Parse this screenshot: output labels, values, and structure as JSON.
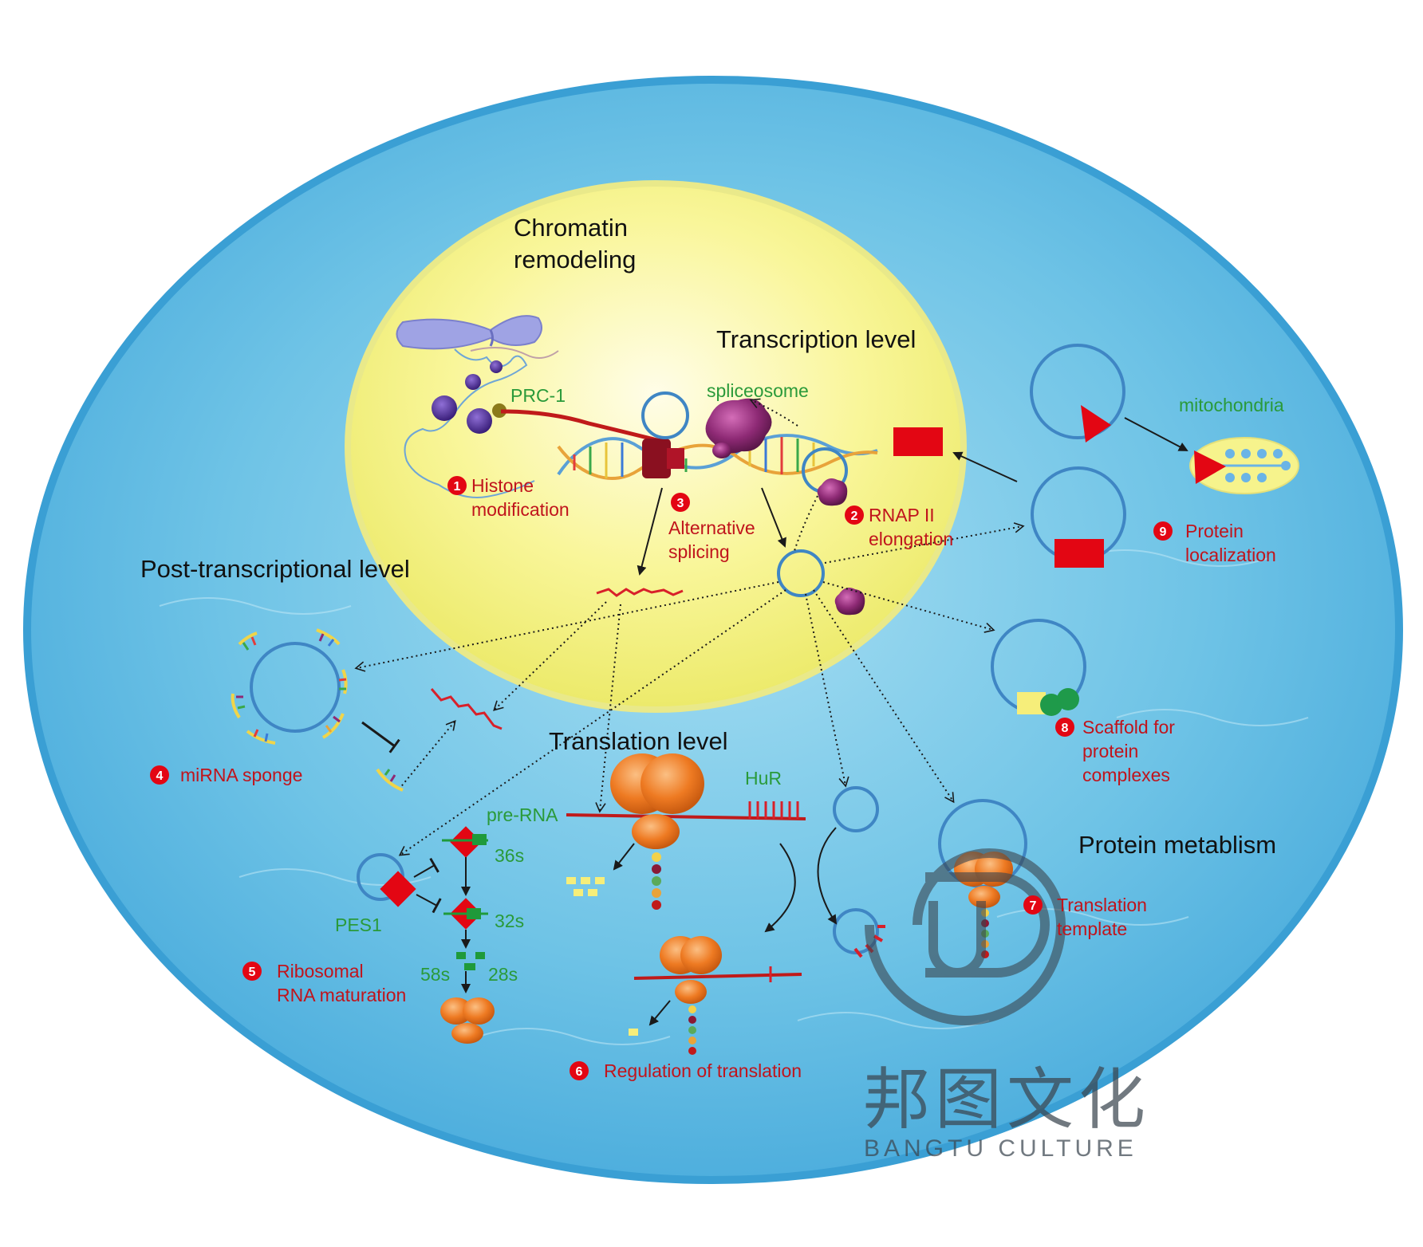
{
  "headings": {
    "chromatin_line1": "Chromatin",
    "chromatin_line2": "remodeling",
    "transcription": "Transcription level",
    "post_transcriptional": "Post-transcriptional level",
    "translation": "Translation level",
    "protein_metabolism": "Protein metablism"
  },
  "mechanisms": [
    {
      "number": "1",
      "lines": [
        "Histone",
        "modification"
      ]
    },
    {
      "number": "2",
      "lines": [
        "RNAP II",
        "elongation"
      ]
    },
    {
      "number": "3",
      "lines": [
        "Alternative",
        "splicing"
      ]
    },
    {
      "number": "4",
      "lines": [
        "miRNA sponge"
      ]
    },
    {
      "number": "5",
      "lines": [
        "Ribosomal",
        "RNA maturation"
      ]
    },
    {
      "number": "6",
      "lines": [
        "Regulation of translation"
      ]
    },
    {
      "number": "7",
      "lines": [
        "Translation",
        "template"
      ]
    },
    {
      "number": "8",
      "lines": [
        "Scaffold for",
        "protein",
        "complexes"
      ]
    },
    {
      "number": "9",
      "lines": [
        "Protein",
        "localization"
      ]
    }
  ],
  "molecules": {
    "prc1": "PRC-1",
    "spliceosome": "spliceosome",
    "mitochondria": "mitochondria",
    "hur": "HuR",
    "pre_rna": "pre-RNA",
    "s36": "36s",
    "s32": "32s",
    "s58": "58s",
    "s28": "28s",
    "pes1": "PES1"
  },
  "watermark": {
    "chinese": "邦图文化",
    "english": "BANGTU CULTURE"
  },
  "colors": {
    "cell_fill": "#6cc4e6",
    "cell_rim": "#3a9fd4",
    "nucleus_fill": "#f6f38c",
    "nucleus_rim": "#e9e98a",
    "circrna_stroke": "#3f86c4",
    "label_red": "#c0141c",
    "label_green": "#2a9a3a",
    "protein_red": "#e30613",
    "ribosome_orange": "#ee7a22",
    "spliceosome_purple": "#8e2a75",
    "nucleosome_purple": "#4b2a8e"
  }
}
